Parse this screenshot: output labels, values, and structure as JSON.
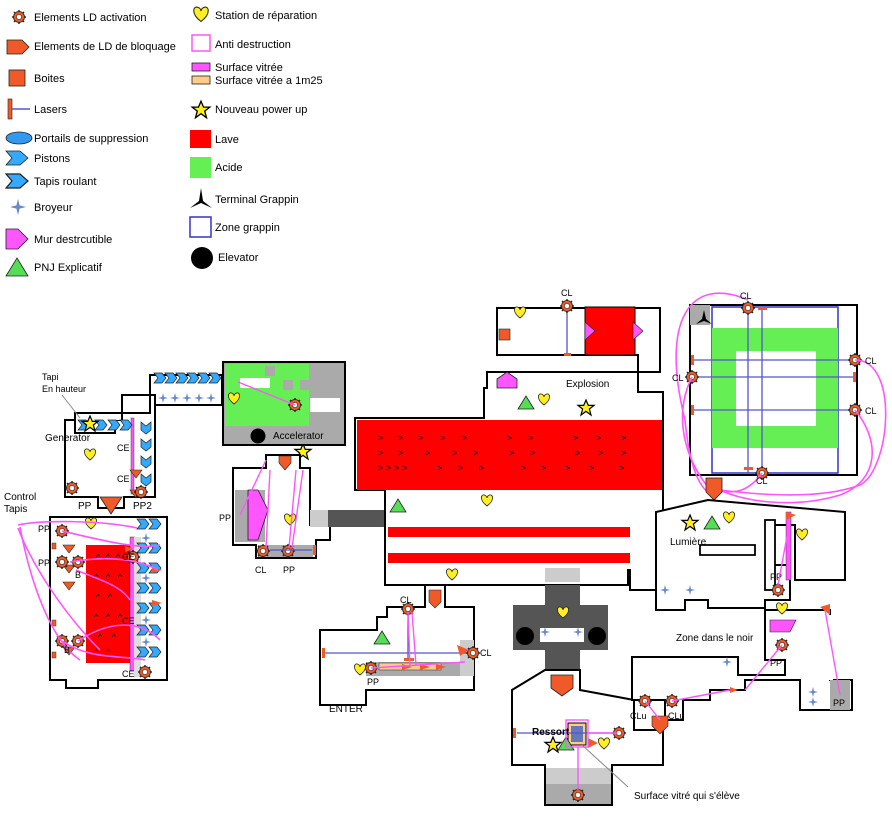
{
  "legend": {
    "left": [
      {
        "icon": "gear-icon",
        "label": "Elements LD activation"
      },
      {
        "icon": "red-pentagon-icon",
        "label": "Elements de LD de bloquage"
      },
      {
        "icon": "box-icon",
        "label": "Boites"
      },
      {
        "icon": "laser-icon",
        "label": "Lasers"
      },
      {
        "icon": "portal-icon",
        "label": "Portails de suppression"
      },
      {
        "icon": "piston-icon",
        "label": "Pistons"
      },
      {
        "icon": "conveyor-icon",
        "label": "Tapis roulant"
      },
      {
        "icon": "crusher-icon",
        "label": "Broyeur"
      },
      {
        "icon": "destructible-wall-icon",
        "label": "Mur destrcutible"
      },
      {
        "icon": "npc-triangle-icon",
        "label": "PNJ Explicatif"
      }
    ],
    "right": [
      {
        "icon": "heart-icon",
        "label": "Station de réparation"
      },
      {
        "icon": "anti-destruction-icon",
        "label": "Anti destruction"
      },
      {
        "icon": "glass-surface-icon",
        "label": "Surface vitrée"
      },
      {
        "icon": "glass-125-icon",
        "label": "Surface vitrée a 1m25"
      },
      {
        "icon": "star-icon",
        "label": "Nouveau power up"
      },
      {
        "icon": "lava-icon",
        "label": "Lave"
      },
      {
        "icon": "acid-icon",
        "label": "Acide"
      },
      {
        "icon": "grapple-terminal-icon",
        "label": "Terminal Grappin"
      },
      {
        "icon": "grapple-zone-icon",
        "label": "Zone grappin"
      },
      {
        "icon": "elevator-icon",
        "label": "Elevator"
      }
    ]
  },
  "colors": {
    "lava": "#ff0000",
    "acid": "#66ee55",
    "blocker": "#f05a28",
    "heart": "#ffee22",
    "pink": "#ff55ff",
    "laser": "#5555cc",
    "conveyor": "#33aaff",
    "wall": "#000000",
    "floor_gray": "#aaaaaa"
  },
  "map_labels": {
    "tapi_hauteur_1": "Tapi",
    "tapi_hauteur_2": "En hauteur",
    "generator": "Generator",
    "control_tapis_1": "Control",
    "control_tapis_2": "Tapis",
    "accelerator": "Accelerator",
    "explosion": "Explosion",
    "lumiere": "Lumière",
    "zone_noir": "Zone dans le noir",
    "enter": "ENTER",
    "ressort": "Ressort",
    "surface_eleve": "Surface vitré qui s'élève",
    "pp": "PP",
    "pp2": "PP2",
    "ce": "CE",
    "cl": "CL",
    "clu": "CLu",
    "b": "B"
  }
}
